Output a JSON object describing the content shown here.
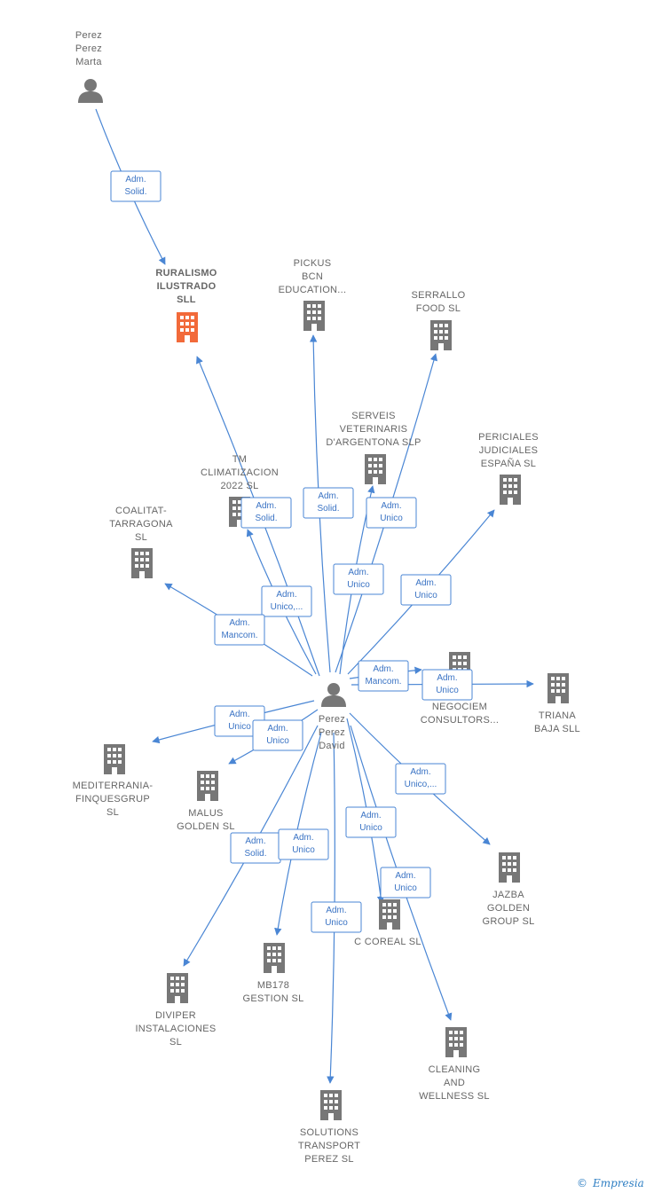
{
  "colors": {
    "edge": "#4a86d4",
    "building": "#777777",
    "highlight": "#f26a3a",
    "person": "#777777",
    "label": "#666666",
    "brand": "#2f7fc3"
  },
  "nodes": [
    {
      "id": "perez_marta",
      "kind": "person",
      "lines": [
        "Perez",
        "Perez",
        "Marta"
      ]
    },
    {
      "id": "ruralismo",
      "kind": "company-highlight",
      "lines": [
        "RURALISMO",
        "ILUSTRADO",
        "SLL"
      ]
    },
    {
      "id": "pickus",
      "kind": "company",
      "lines": [
        "PICKUS",
        "BCN",
        "EDUCATION..."
      ]
    },
    {
      "id": "serrallo",
      "kind": "company",
      "lines": [
        "SERRALLO",
        "FOOD  SL"
      ]
    },
    {
      "id": "serveis",
      "kind": "company",
      "lines": [
        "SERVEIS",
        "VETERINARIS",
        "D'ARGENTONA SLP"
      ]
    },
    {
      "id": "periciales",
      "kind": "company",
      "lines": [
        "PERICIALES",
        "JUDICIALES",
        "ESPAÑA SL"
      ]
    },
    {
      "id": "tm",
      "kind": "company",
      "lines": [
        "TM",
        "CLIMATIZACION",
        "2022  SL"
      ]
    },
    {
      "id": "coalitat",
      "kind": "company",
      "lines": [
        "COALITAT-",
        "TARRAGONA",
        "SL"
      ]
    },
    {
      "id": "negociem",
      "kind": "company",
      "lines": [
        "C",
        "NEGOCIEM",
        "CONSULTORS..."
      ]
    },
    {
      "id": "triana",
      "kind": "company",
      "lines": [
        "TRIANA",
        "BAJA  SLL"
      ]
    },
    {
      "id": "perez_david",
      "kind": "person",
      "lines": [
        "Perez",
        "Perez",
        "David"
      ]
    },
    {
      "id": "mediterrania",
      "kind": "company",
      "lines": [
        "MEDITERRANIA-",
        "FINQUESGRUP",
        "SL"
      ]
    },
    {
      "id": "malus",
      "kind": "company",
      "lines": [
        "MALUS",
        "GOLDEN SL"
      ]
    },
    {
      "id": "jazba",
      "kind": "company",
      "lines": [
        "JAZBA",
        "GOLDEN",
        "GROUP  SL"
      ]
    },
    {
      "id": "coreal",
      "kind": "company",
      "lines": [
        "C COREAL  SL"
      ]
    },
    {
      "id": "diviper",
      "kind": "company",
      "lines": [
        "DIVIPER",
        "INSTALACIONES",
        "SL"
      ]
    },
    {
      "id": "mb178",
      "kind": "company",
      "lines": [
        "MB178",
        "GESTION  SL"
      ]
    },
    {
      "id": "cleaning",
      "kind": "company",
      "lines": [
        "CLEANING",
        "AND",
        "WELLNESS  SL"
      ]
    },
    {
      "id": "solutions",
      "kind": "company",
      "lines": [
        "SOLUTIONS",
        "TRANSPORT",
        "PEREZ  SL"
      ]
    }
  ],
  "edges": [
    {
      "from": "perez_marta",
      "to": "ruralismo",
      "label": [
        "Adm.",
        "Solid."
      ]
    },
    {
      "from": "perez_david",
      "to": "ruralismo",
      "label": [
        "Adm.",
        "Solid."
      ]
    },
    {
      "from": "perez_david",
      "to": "pickus",
      "label": [
        "Adm.",
        "Solid."
      ]
    },
    {
      "from": "perez_david",
      "to": "serrallo",
      "label": [
        "Adm.",
        "Unico"
      ]
    },
    {
      "from": "perez_david",
      "to": "serveis",
      "label": [
        "Adm.",
        "Unico"
      ]
    },
    {
      "from": "perez_david",
      "to": "periciales",
      "label": [
        "Adm.",
        "Unico"
      ]
    },
    {
      "from": "perez_david",
      "to": "tm",
      "label": [
        "Adm.",
        "Unico,..."
      ]
    },
    {
      "from": "perez_david",
      "to": "coalitat",
      "label": [
        "Adm.",
        "Mancom."
      ]
    },
    {
      "from": "perez_david",
      "to": "negociem",
      "label": [
        "Adm.",
        "Mancom."
      ]
    },
    {
      "from": "perez_david",
      "to": "triana",
      "label": [
        "Adm.",
        "Unico"
      ]
    },
    {
      "from": "perez_david",
      "to": "mediterrania",
      "label": [
        "Adm.",
        "Unico"
      ]
    },
    {
      "from": "perez_david",
      "to": "malus",
      "label": [
        "Adm.",
        "Unico"
      ]
    },
    {
      "from": "perez_david",
      "to": "jazba",
      "label": [
        "Adm.",
        "Unico,..."
      ]
    },
    {
      "from": "perez_david",
      "to": "coreal",
      "label": [
        "Adm.",
        "Unico"
      ]
    },
    {
      "from": "perez_david",
      "to": "cleaning",
      "label": [
        "Adm.",
        "Unico"
      ]
    },
    {
      "from": "perez_david",
      "to": "diviper",
      "label": [
        "Adm.",
        "Solid."
      ]
    },
    {
      "from": "perez_david",
      "to": "mb178",
      "label": [
        "Adm.",
        "Unico"
      ]
    },
    {
      "from": "perez_david",
      "to": "solutions",
      "label": [
        "Adm.",
        "Unico"
      ]
    }
  ],
  "brand": {
    "copyright": "©",
    "name": "Empresia"
  }
}
